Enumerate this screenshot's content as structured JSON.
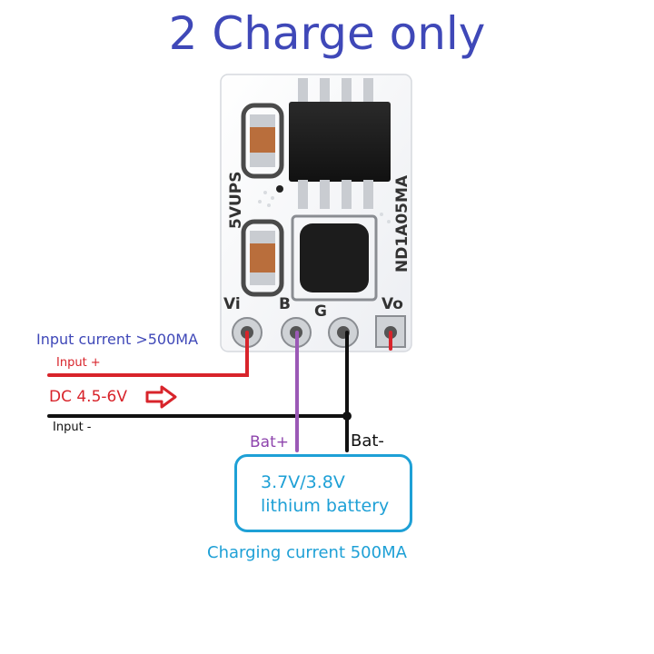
{
  "title": "2 Charge only",
  "board": {
    "silkscreen_left": "5VUPS",
    "silkscreen_right": "ND1A05MA",
    "pins": [
      "Vi",
      "B",
      "G",
      "Vo"
    ]
  },
  "labels": {
    "input_current": "Input current >500MA",
    "input_plus": "Input +",
    "dc_range": "DC 4.5-6V",
    "input_minus": "Input -",
    "bat_plus": "Bat+",
    "bat_minus": "Bat-"
  },
  "battery": {
    "line1": "3.7V/3.8V",
    "line2": "lithium battery"
  },
  "charging_current": "Charging current 500MA",
  "colors": {
    "title": "#3f48b8",
    "positive_wire": "#d8242b",
    "negative_wire": "#111111",
    "battery_wire": "#9b59b6",
    "battery_outline": "#1ea0d6"
  },
  "icons": [
    "arrow-right-icon"
  ]
}
